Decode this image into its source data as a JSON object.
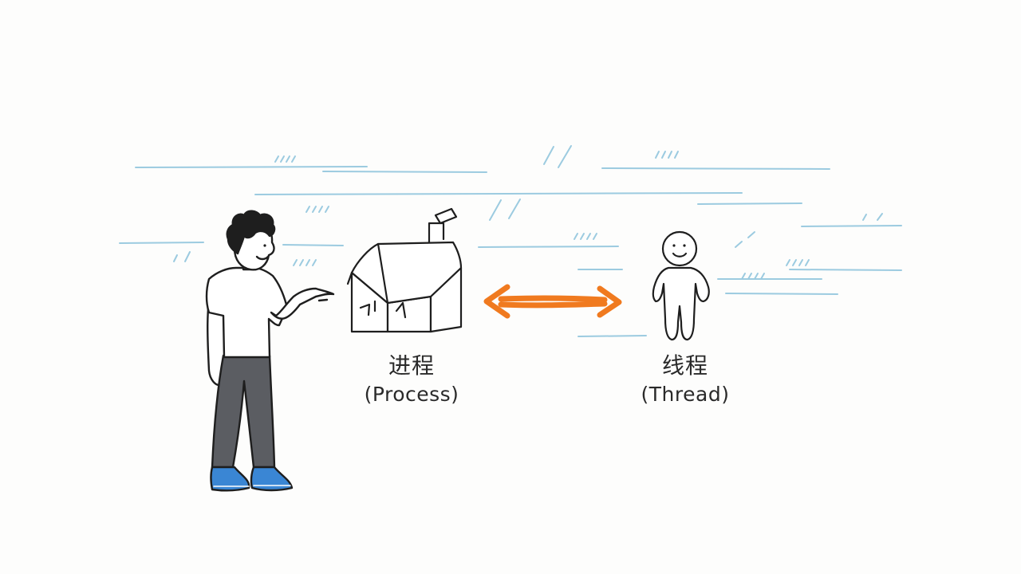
{
  "nodes": {
    "process": {
      "name_zh": "进程",
      "name_en": "(Process)",
      "icon": "house-icon"
    },
    "thread": {
      "name_zh": "线程",
      "name_en": "(Thread)",
      "icon": "stick-figure-icon"
    }
  },
  "edges": [
    {
      "from": "process",
      "to": "thread",
      "style": "bidirectional-arrow",
      "color": "#f07a1f"
    }
  ],
  "figure": {
    "icon": "person-pointing-icon",
    "shirt_color": "#ffffff",
    "pants_color": "#5b5d62",
    "shoe_color": "#3a86d4"
  },
  "colors": {
    "sketch_lines": "#9ccbe0",
    "ink": "#1e1e1e",
    "arrow": "#f07a1f"
  }
}
